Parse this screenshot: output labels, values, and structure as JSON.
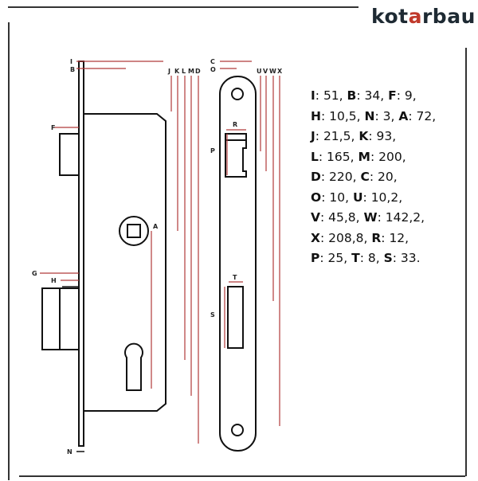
{
  "logo": {
    "pre": "kot",
    "accent": "a",
    "post": "rbau",
    "accent_color": "#c0392b",
    "text_color": "#1e2a33"
  },
  "dimension_line_color": "#b03a3a",
  "labels": {
    "I": "I",
    "B": "B",
    "F": "F",
    "G": "G",
    "H": "H",
    "N": "N",
    "A": "A",
    "J": "J",
    "K": "K",
    "L": "L",
    "M": "M",
    "D": "D",
    "C": "C",
    "O": "O",
    "U": "U",
    "V": "V",
    "W": "W",
    "X": "X",
    "R": "R",
    "P": "P",
    "T": "T",
    "S": "S"
  },
  "dimensions": [
    [
      {
        "key": "I",
        "value": "51"
      },
      {
        "key": "B",
        "value": "34"
      },
      {
        "key": "F",
        "value": "9"
      }
    ],
    [
      {
        "key": "H",
        "value": "10,5"
      },
      {
        "key": "N",
        "value": "3"
      },
      {
        "key": "A",
        "value": "72"
      }
    ],
    [
      {
        "key": "J",
        "value": "21,5"
      },
      {
        "key": "K",
        "value": "93"
      }
    ],
    [
      {
        "key": "L",
        "value": "165"
      },
      {
        "key": "M",
        "value": "200"
      }
    ],
    [
      {
        "key": "D",
        "value": "220"
      },
      {
        "key": "C",
        "value": "20"
      }
    ],
    [
      {
        "key": "O",
        "value": "10"
      },
      {
        "key": "U",
        "value": "10,2"
      }
    ],
    [
      {
        "key": "V",
        "value": "45,8"
      },
      {
        "key": "W",
        "value": "142,2"
      }
    ],
    [
      {
        "key": "X",
        "value": "208,8"
      },
      {
        "key": "R",
        "value": "12"
      }
    ],
    [
      {
        "key": "P",
        "value": "25"
      },
      {
        "key": "T",
        "value": "8"
      },
      {
        "key": "S",
        "value": "33"
      }
    ]
  ]
}
